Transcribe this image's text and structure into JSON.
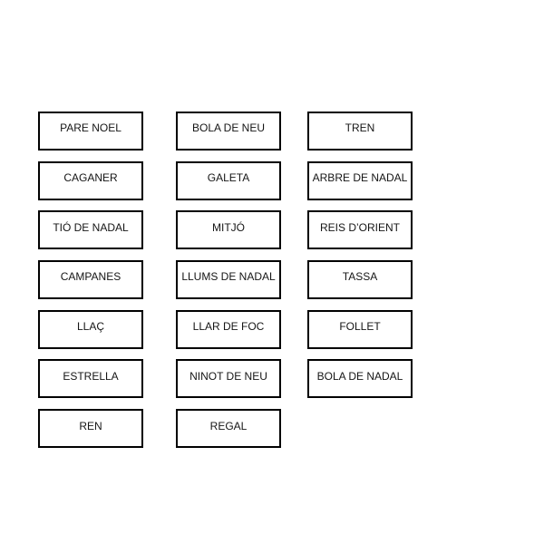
{
  "board": {
    "name": "christmas-vocabulary-cards",
    "background_color": "#ffffff",
    "border_color": "#000000",
    "text_color": "#151515",
    "columns": 3,
    "rows": 7,
    "total_cards": 20
  },
  "columns": [
    {
      "index": 1,
      "cards": [
        {
          "label": "PARE NOEL"
        },
        {
          "label": "CAGANER"
        },
        {
          "label": "TIÓ DE NADAL"
        },
        {
          "label": "CAMPANES"
        },
        {
          "label": "LLAÇ"
        },
        {
          "label": "ESTRELLA"
        },
        {
          "label": "REN"
        }
      ]
    },
    {
      "index": 2,
      "cards": [
        {
          "label": "BOLA DE NEU"
        },
        {
          "label": "GALETA"
        },
        {
          "label": "MITJÓ"
        },
        {
          "label": "LLUMS DE NADAL"
        },
        {
          "label": "LLAR DE FOC"
        },
        {
          "label": "NINOT DE NEU"
        },
        {
          "label": "REGAL"
        }
      ]
    },
    {
      "index": 3,
      "cards": [
        {
          "label": "TREN"
        },
        {
          "label": "ARBRE DE NADAL"
        },
        {
          "label": "REIS D’ORIENT"
        },
        {
          "label": "TASSA"
        },
        {
          "label": "FOLLET"
        },
        {
          "label": "BOLA DE NADAL"
        }
      ]
    }
  ]
}
